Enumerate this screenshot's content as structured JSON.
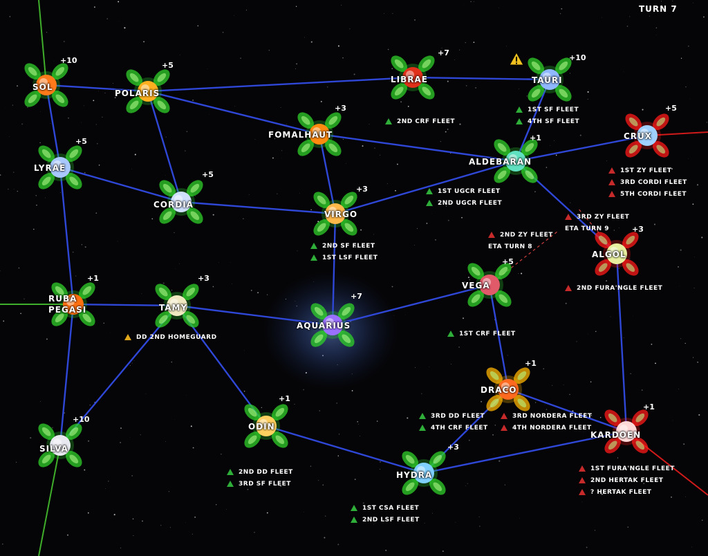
{
  "turn_label": "TURN 7",
  "colors": {
    "route": "#2f47d6",
    "edge_green": "#3fae2a",
    "edge_red": "#d11a1a",
    "friendly": "#2fae3a",
    "hostile": "#c62a2a",
    "neutral": "#e0a81a"
  },
  "systems": {
    "sol": {
      "name": "SOL",
      "value": "+10",
      "glow": "green",
      "color": "#ff7a1a"
    },
    "polaris": {
      "name": "POLARIS",
      "value": "+5",
      "glow": "green",
      "color": "#ffb020"
    },
    "libra": {
      "name": "LIBRAE",
      "value": "+7",
      "glow": "green",
      "color": "#e0301a"
    },
    "tauri": {
      "name": "TAURI",
      "value": "+10",
      "glow": "green",
      "color": "#8fb8ff"
    },
    "fomalhaut": {
      "name": "FOMALHAUT",
      "value": "+3",
      "glow": "green",
      "color": "#ff8a10"
    },
    "lyrae": {
      "name": "LYRAE",
      "value": "+5",
      "glow": "green",
      "color": "#a8c8ff"
    },
    "cordia": {
      "name": "CORDIA",
      "value": "+5",
      "glow": "green",
      "color": "#cfe0ff"
    },
    "virgo": {
      "name": "VIRGO",
      "value": "+3",
      "glow": "green",
      "color": "#ffb84a"
    },
    "aldebaran": {
      "name": "ALDEBARAN",
      "value": "+1",
      "glow": "green",
      "color": "#5fe0c0"
    },
    "crux": {
      "name": "CRUX",
      "value": "+5",
      "glow": "red",
      "color": "#9fd0ff"
    },
    "algol": {
      "name": "ALGOL",
      "value": "+3",
      "glow": "red",
      "color": "#e8f0a0"
    },
    "ruba": {
      "name": "RUBA\nPEGASI",
      "value": "+1",
      "glow": "green",
      "color": "#ff7010"
    },
    "tamy": {
      "name": "TAMY",
      "value": "+3",
      "glow": "green",
      "color": "#f0e8c0"
    },
    "aquarius": {
      "name": "AQUARIUS",
      "value": "+7",
      "glow": "green",
      "color": "#9a70ff"
    },
    "vega": {
      "name": "VEGA",
      "value": "+5",
      "glow": "green",
      "color": "#e05a6a"
    },
    "draco": {
      "name": "DRACO",
      "value": "+1",
      "glow": "gold",
      "color": "#ff6a20"
    },
    "kardoen": {
      "name": "KARDOEN",
      "value": "+1",
      "glow": "red",
      "color": "#ffd8d8"
    },
    "silva": {
      "name": "SILVA",
      "value": "+10",
      "glow": "green",
      "color": "#e8e8f0"
    },
    "odin": {
      "name": "ODIN",
      "value": "+1",
      "glow": "green",
      "color": "#ffd060"
    },
    "hydra": {
      "name": "HYDRA",
      "value": "+3",
      "glow": "green",
      "color": "#80d0ff"
    }
  },
  "fleet_groups": [
    {
      "id": "libra",
      "items": [
        {
          "text": "2ND CRF FLEET",
          "side": "friendly"
        }
      ]
    },
    {
      "id": "tauri",
      "items": [
        {
          "text": "1ST SF FLEET",
          "side": "friendly"
        },
        {
          "text": "4TH SF FLEET",
          "side": "friendly"
        }
      ]
    },
    {
      "id": "crux",
      "items": [
        {
          "text": "1ST ZY FLEET",
          "side": "hostile"
        },
        {
          "text": "3RD CORDI FLEET",
          "side": "hostile"
        },
        {
          "text": "5TH CORDI FLEET",
          "side": "hostile"
        }
      ]
    },
    {
      "id": "aldebaran",
      "items": [
        {
          "text": "1ST UGCR FLEET",
          "side": "friendly"
        },
        {
          "text": "2ND UGCR FLEET",
          "side": "friendly"
        }
      ]
    },
    {
      "id": "zy3",
      "items": [
        {
          "text": "3RD ZY FLEET",
          "side": "hostile"
        },
        {
          "text": "ETA TURN 9",
          "side": "none"
        }
      ]
    },
    {
      "id": "zy2",
      "items": [
        {
          "text": "2ND ZY FLEET",
          "side": "hostile"
        },
        {
          "text": "ETA TURN 8",
          "side": "none"
        }
      ]
    },
    {
      "id": "virgo",
      "items": [
        {
          "text": "2ND SF FLEET",
          "side": "friendly"
        },
        {
          "text": "1ST LSF FLEET",
          "side": "friendly"
        }
      ]
    },
    {
      "id": "algol",
      "items": [
        {
          "text": "2ND FURA'NGLE FLEET",
          "side": "hostile"
        }
      ]
    },
    {
      "id": "tamy",
      "items": [
        {
          "text": "DD 2ND HOMEGUARD",
          "side": "neutral"
        }
      ]
    },
    {
      "id": "vega",
      "items": [
        {
          "text": "1ST CRF FLEET",
          "side": "friendly"
        }
      ]
    },
    {
      "id": "draco_f",
      "items": [
        {
          "text": "3RD DD FLEET",
          "side": "friendly"
        },
        {
          "text": "4TH CRF FLEET",
          "side": "friendly"
        }
      ]
    },
    {
      "id": "draco_h",
      "items": [
        {
          "text": "3RD NORDERA FLEET",
          "side": "hostile"
        },
        {
          "text": "4TH NORDERA FLEET",
          "side": "hostile"
        }
      ]
    },
    {
      "id": "kardoen",
      "items": [
        {
          "text": "1ST FURA'NGLE FLEET",
          "side": "hostile"
        },
        {
          "text": "2ND HERTAK FLEET",
          "side": "hostile"
        },
        {
          "text": "? HERTAK FLEET",
          "side": "hostile"
        }
      ]
    },
    {
      "id": "odin",
      "items": [
        {
          "text": "2ND DD FLEET",
          "side": "friendly"
        },
        {
          "text": "3RD SF FLEET",
          "side": "friendly"
        }
      ]
    },
    {
      "id": "hydra",
      "items": [
        {
          "text": "1ST CSA FLEET",
          "side": "friendly"
        },
        {
          "text": "2ND LSF FLEET",
          "side": "friendly"
        }
      ]
    }
  ]
}
